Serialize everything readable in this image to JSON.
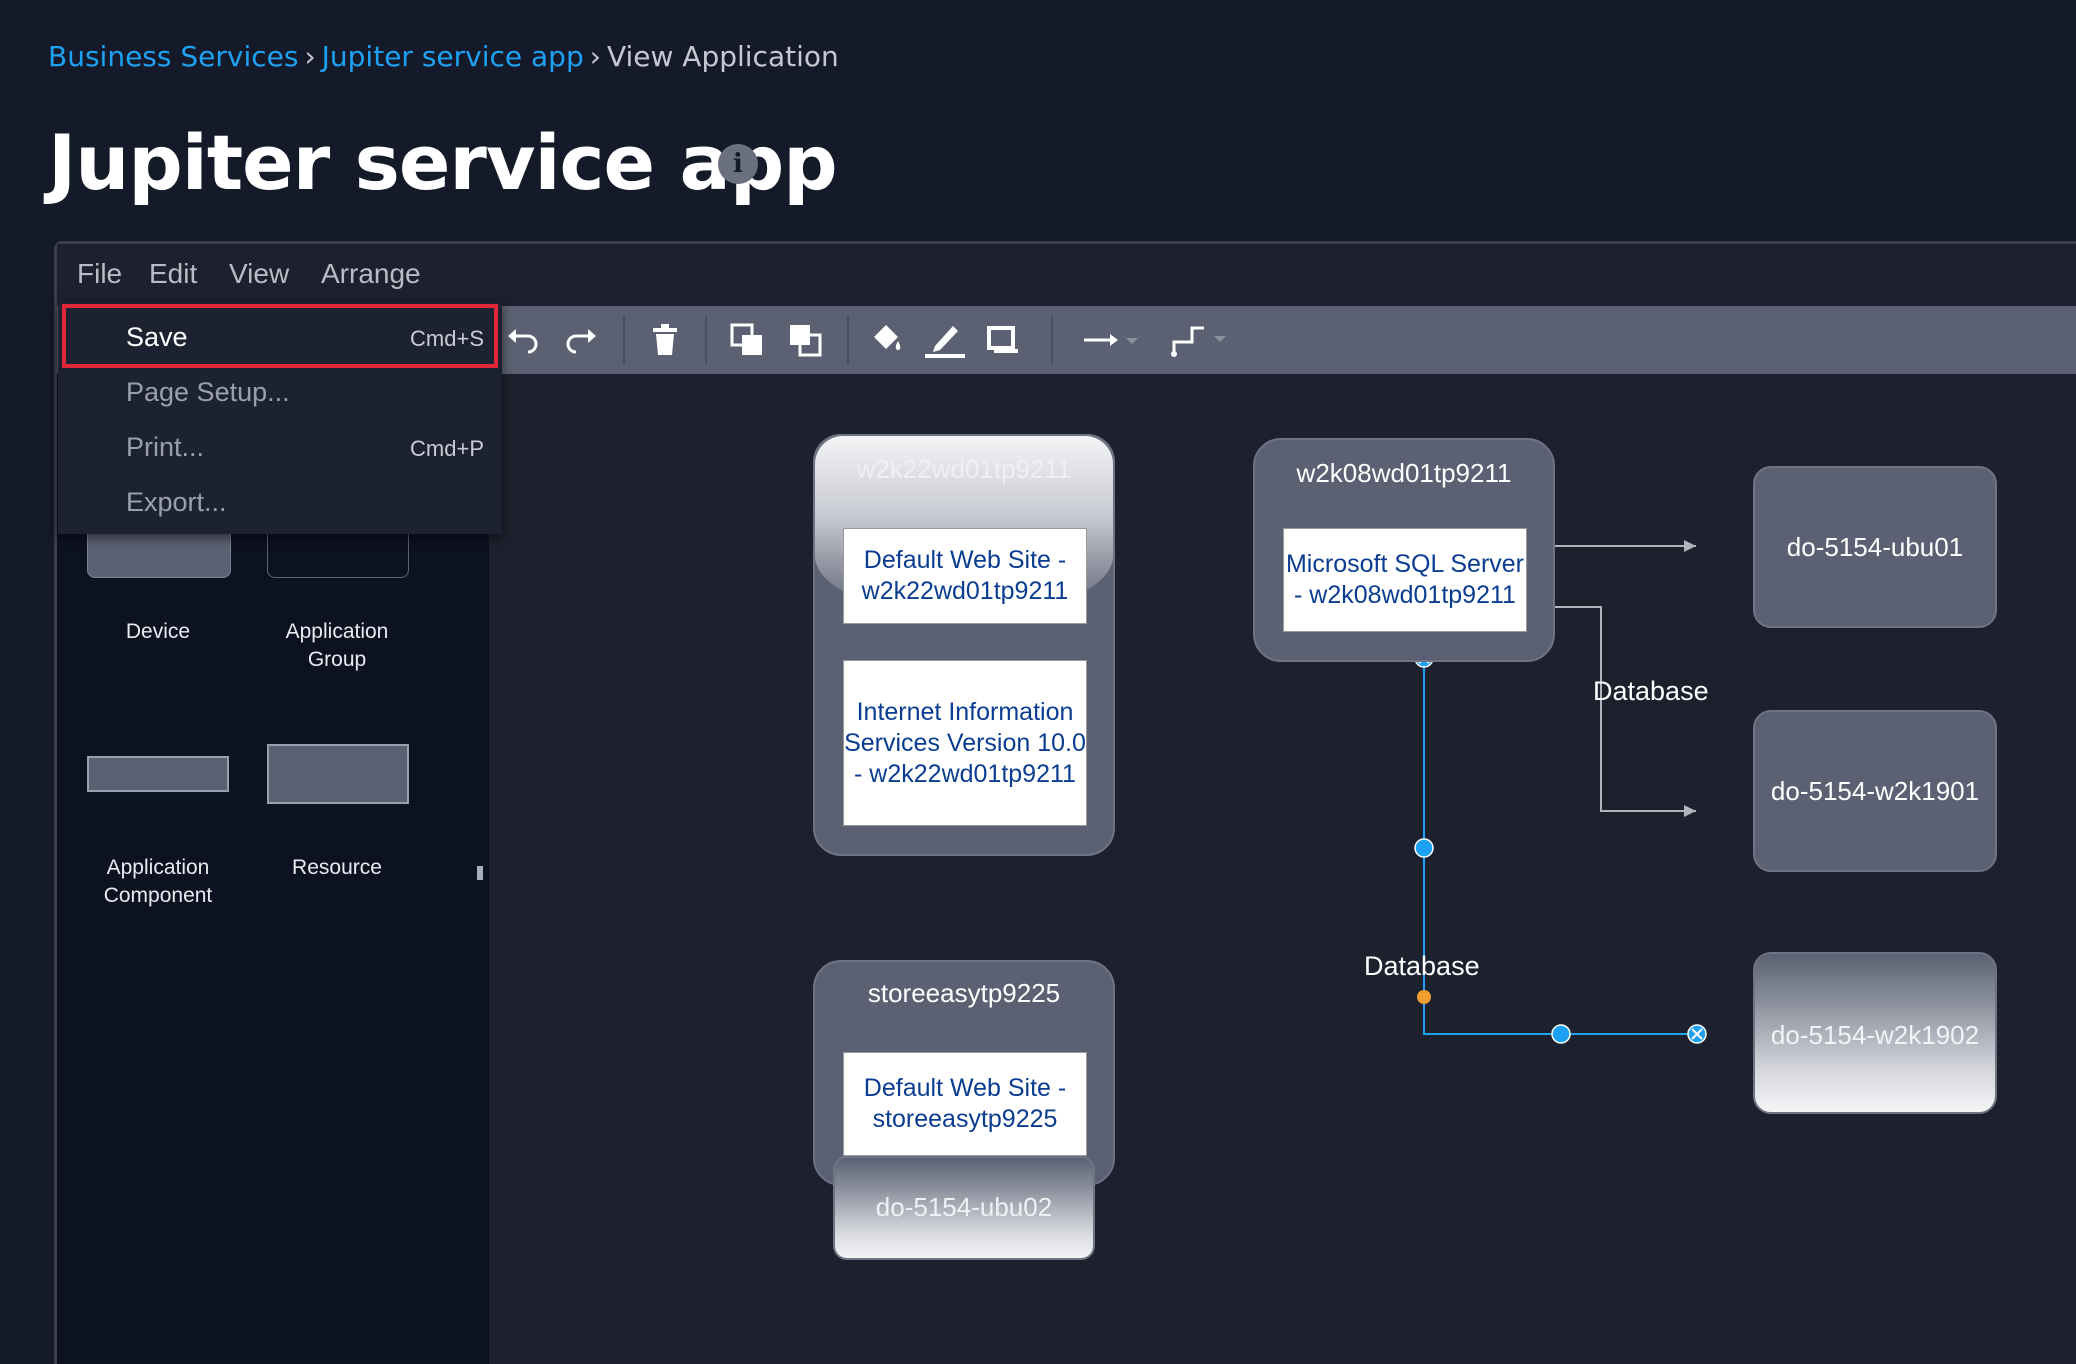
{
  "breadcrumb": {
    "items": [
      "Business Services",
      "Jupiter service app",
      "View Application"
    ],
    "separator": "›"
  },
  "page": {
    "title": "Jupiter service app"
  },
  "menubar": {
    "items": [
      "File",
      "Edit",
      "View",
      "Arrange"
    ]
  },
  "file_menu": {
    "items": [
      {
        "label": "Save",
        "shortcut": "Cmd+S",
        "highlighted": true
      },
      {
        "label": "Page Setup...",
        "shortcut": ""
      },
      {
        "label": "Print...",
        "shortcut": "Cmd+P"
      },
      {
        "label": "Export...",
        "shortcut": ""
      }
    ]
  },
  "toolbar": {
    "icons": [
      "undo-icon",
      "redo-icon",
      "delete-icon",
      "to-front-icon",
      "to-back-icon",
      "fill-color-icon",
      "line-color-icon",
      "shadow-icon",
      "connection-arrow-icon",
      "waypoint-icon"
    ]
  },
  "sidebar": {
    "shapes": [
      {
        "label": "Device"
      },
      {
        "label": "Application Group"
      },
      {
        "label": "Application Component"
      },
      {
        "label": "Resource"
      }
    ]
  },
  "diagram": {
    "nodes": {
      "w2k22": {
        "title": "w2k22wd01tp9211",
        "children": [
          "Default Web Site - w2k22wd01tp9211",
          "Internet Information Services Version 10.0 - w2k22wd01tp9211"
        ]
      },
      "w2k08": {
        "title": "w2k08wd01tp9211",
        "children": [
          "Microsoft SQL Server - w2k08wd01tp9211"
        ]
      },
      "storeeasy": {
        "title": "storeeasytp9225",
        "children": [
          "Default Web Site - storeeasytp9225"
        ]
      },
      "ubu02": {
        "title": "do-5154-ubu02"
      },
      "ubu01": {
        "title": "do-5154-ubu01"
      },
      "w2k1901": {
        "title": "do-5154-w2k1901"
      },
      "w2k1902": {
        "title": "do-5154-w2k1902"
      }
    },
    "edge_labels": [
      "Database",
      "Database"
    ]
  },
  "colors": {
    "background": "#141a29",
    "link": "#1ea1f2",
    "node": "#5b6172",
    "highlight_border": "#e0283a",
    "selected_edge": "#1ea1f2"
  }
}
